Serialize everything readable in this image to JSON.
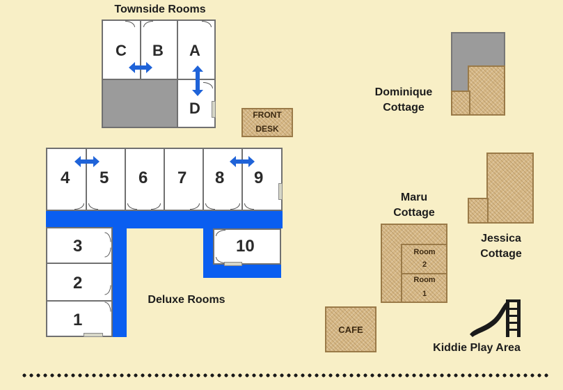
{
  "colors": {
    "background": "#f8efc6",
    "corridor": "#0a5ef0",
    "room_fill": "#ffffff",
    "wall": "#707070",
    "cottage_texture": "#d7b987",
    "gray_block": "#9b9b9b"
  },
  "townside": {
    "title": "Townside Rooms",
    "rooms": [
      "C",
      "B",
      "A",
      "D"
    ]
  },
  "deluxe": {
    "title": "Deluxe Rooms",
    "top_rooms": [
      "4",
      "5",
      "6",
      "7",
      "8",
      "9"
    ],
    "left_rooms": [
      "3",
      "2",
      "1"
    ],
    "room_10": "10"
  },
  "front_desk": {
    "line1": "FRONT",
    "line2": "DESK"
  },
  "dominique": {
    "line1": "Dominique",
    "line2": "Cottage"
  },
  "maru": {
    "line1": "Maru",
    "line2": "Cottage",
    "room2_a": "Room",
    "room2_b": "2",
    "room1_a": "Room",
    "room1_b": "1"
  },
  "jessica": {
    "line1": "Jessica",
    "line2": "Cottage"
  },
  "cafe": {
    "label": "CAFE"
  },
  "play_area": {
    "label": "Kiddie Play Area",
    "icon": "slide-icon"
  }
}
